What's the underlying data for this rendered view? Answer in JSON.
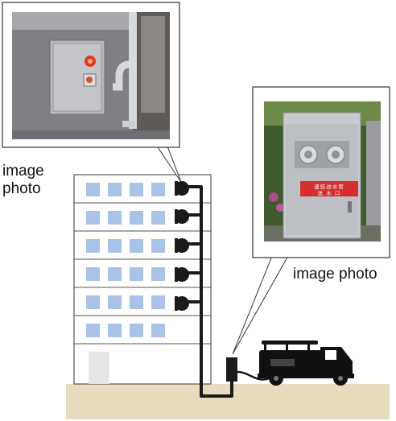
{
  "labels": {
    "left_photo_caption": "image photo",
    "right_photo_caption": "image photo"
  },
  "photo_right": {
    "sign_line1": "連結送水管",
    "sign_line2": "送 水 口"
  },
  "colors": {
    "building_fill": "#ffffff",
    "building_stroke": "#555555",
    "window": "#a9c3e6",
    "pipe": "#1a1a1a",
    "ground": "#e8dcbe",
    "photo_border": "#333333",
    "sign_red": "#d62d2d",
    "lamp_red": "#e23a1f"
  },
  "outlets_count": 5,
  "window_floors": 6,
  "windows_per_floor": 4
}
